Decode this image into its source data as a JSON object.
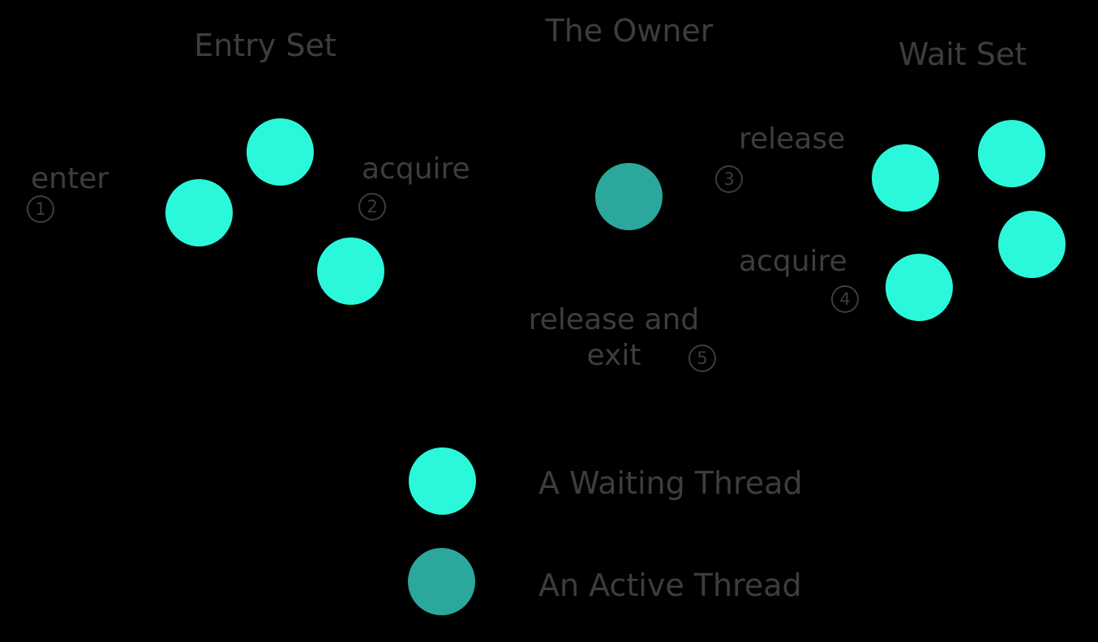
{
  "colors": {
    "background": "#000000",
    "waiting_thread": "#2BF8DB",
    "active_thread": "#2BA89B",
    "text": "#3D3D3D"
  },
  "sections": {
    "entry_set": {
      "title": "Entry Set",
      "waiting_thread_count": 3
    },
    "owner": {
      "title": "The Owner",
      "active_thread_count": 1
    },
    "wait_set": {
      "title": "Wait Set",
      "waiting_thread_count": 4
    }
  },
  "transitions": [
    {
      "step": "1",
      "label": "enter"
    },
    {
      "step": "2",
      "label": "acquire"
    },
    {
      "step": "3",
      "label": "release"
    },
    {
      "step": "4",
      "label": "acquire"
    },
    {
      "step": "5",
      "label": "release and exit",
      "lines": [
        "release and",
        "exit"
      ]
    }
  ],
  "legend": {
    "items": [
      {
        "swatch": "waiting_thread",
        "label": "A Waiting Thread"
      },
      {
        "swatch": "active_thread",
        "label": "An Active Thread"
      }
    ]
  }
}
